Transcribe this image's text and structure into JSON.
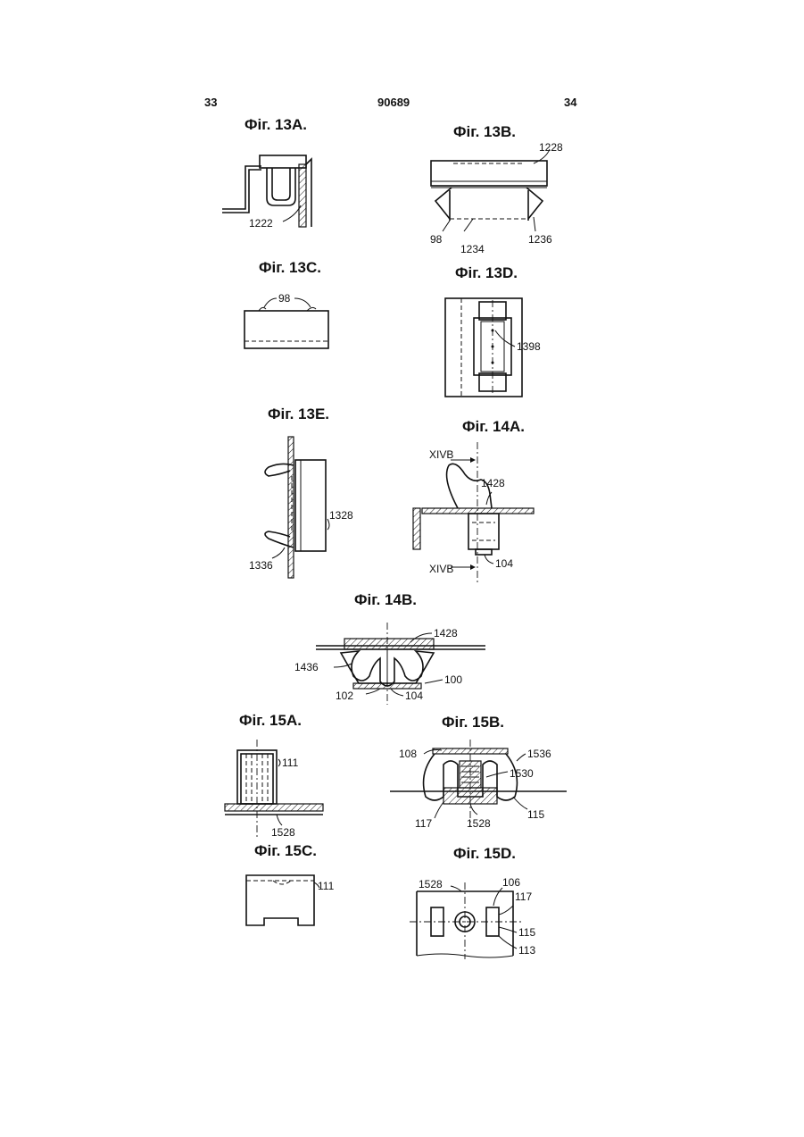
{
  "header": {
    "page_left": "33",
    "doc_number": "90689",
    "page_right": "34"
  },
  "figures": {
    "f13a": {
      "title": "Фіг. 13A.",
      "labels": [
        "1222"
      ]
    },
    "f13b": {
      "title": "Фіг. 13B.",
      "labels": [
        "1228",
        "98",
        "1234",
        "1236"
      ]
    },
    "f13c": {
      "title": "Фіг. 13C.",
      "labels": [
        "98"
      ]
    },
    "f13d": {
      "title": "Фіг. 13D.",
      "labels": [
        "1398"
      ]
    },
    "f13e": {
      "title": "Фіг. 13E.",
      "labels": [
        "1328",
        "1336"
      ]
    },
    "f14a": {
      "title": "Фіг. 14A.",
      "labels": [
        "XIVB",
        "1428",
        "XIVB",
        "104"
      ]
    },
    "f14b": {
      "title": "Фіг. 14B.",
      "labels": [
        "1428",
        "1436",
        "100",
        "102",
        "104"
      ]
    },
    "f15a": {
      "title": "Фіг. 15A.",
      "labels": [
        "111",
        "1528"
      ]
    },
    "f15b": {
      "title": "Фіг. 15B.",
      "labels": [
        "108",
        "1536",
        "1530",
        "117",
        "1528",
        "115"
      ]
    },
    "f15c": {
      "title": "Фіг. 15C.",
      "labels": [
        "111"
      ]
    },
    "f15d": {
      "title": "Фіг. 15D.",
      "labels": [
        "1528",
        "106",
        "117",
        "115",
        "113"
      ]
    }
  }
}
